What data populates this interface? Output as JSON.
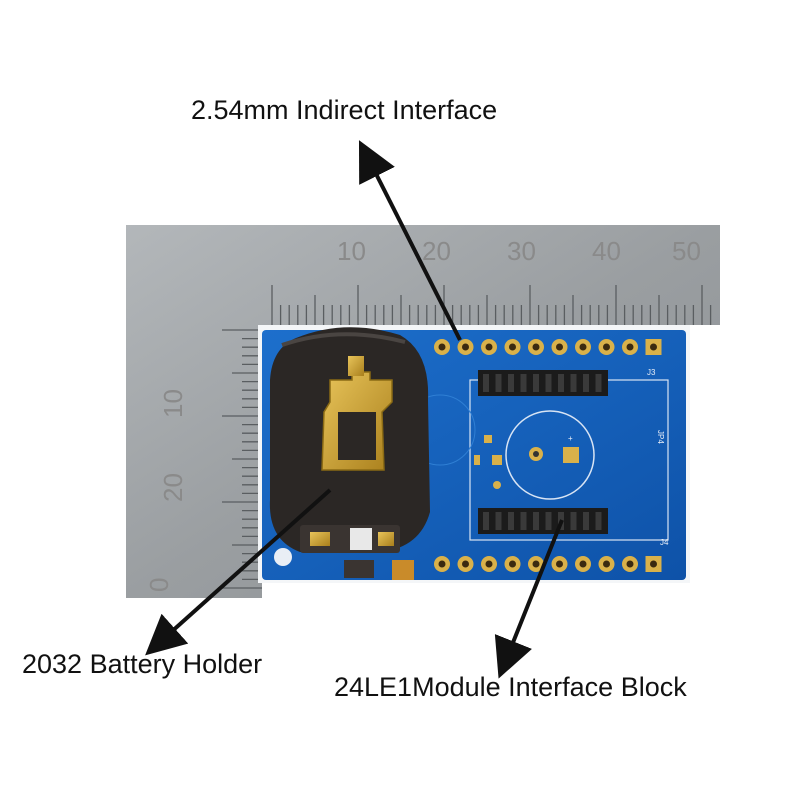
{
  "annotations": {
    "top": "2.54mm Indirect Interface",
    "battery": "2032 Battery Holder",
    "module": "24LE1Module Interface Block"
  },
  "ruler": {
    "horizontal_numbers": [
      "10",
      "20",
      "30",
      "40",
      "50"
    ],
    "vertical_numbers": [
      "10",
      "20",
      "0"
    ]
  },
  "silkscreen": {
    "j3": "J3",
    "jp4": "JP4",
    "j4": "J4",
    "plus": "+"
  },
  "colors": {
    "pcb": "#1565c0",
    "ruler": "#9ea3a6",
    "arrow": "#111111",
    "gold": "#c9a233"
  }
}
